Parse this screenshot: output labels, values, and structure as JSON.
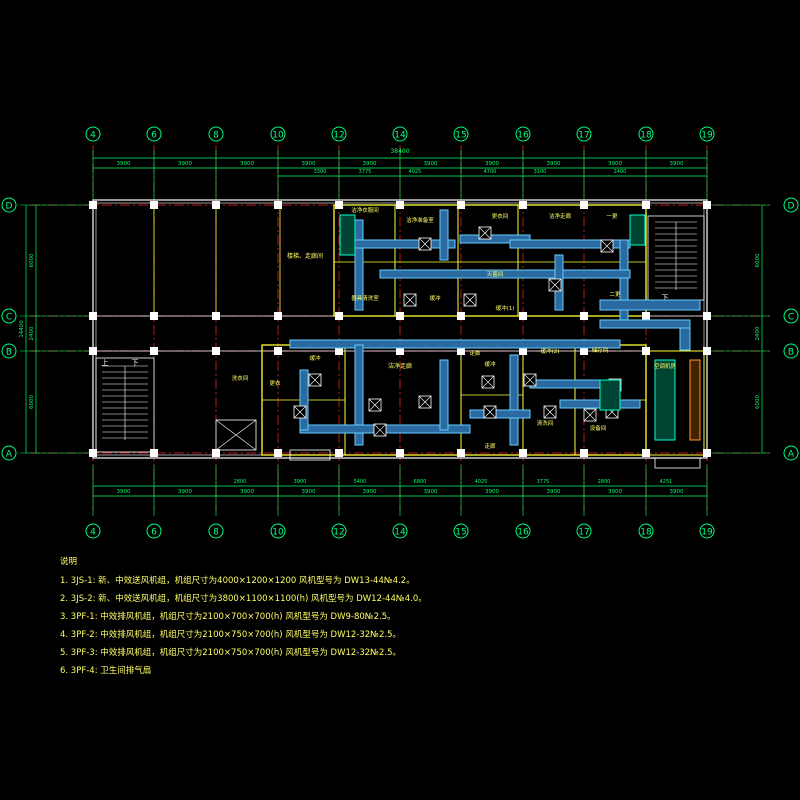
{
  "colors": {
    "background": "#000000",
    "axis": "#00ff7f",
    "axis_bubble": "#00ff7f",
    "dimension": "#00ff66",
    "grid_line": "#ff2020",
    "wall": "#ffff33",
    "duct": "#66ccff",
    "duct_fill": "#2a6aa0",
    "column": "#ffffff",
    "equipment": "#00ffcc",
    "text": "#ffff66",
    "stair": "#ffffff"
  },
  "axes": {
    "columns": [
      "4",
      "6",
      "8",
      "10",
      "12",
      "14",
      "15",
      "16",
      "17",
      "18",
      "19"
    ],
    "rows_left": [
      "D",
      "C",
      "B",
      "A"
    ],
    "rows_right": [
      "D",
      "C",
      "B",
      "A"
    ]
  },
  "dimensions": {
    "top_overall": "38400",
    "top_main": [
      "3900",
      "3900",
      "3900",
      "3900",
      "3900",
      "3900",
      "3900",
      "3900",
      "3900",
      "3900"
    ],
    "top_detail": [
      "3300",
      "3775",
      "4025",
      "4700",
      "3100",
      "2400"
    ],
    "bottom_detail": [
      "2800",
      "3900",
      "5400",
      "6800",
      "4025",
      "3775",
      "2800",
      "4251"
    ],
    "bottom_main": [
      "3900",
      "3900",
      "3900",
      "3900",
      "3900",
      "3900",
      "3900",
      "3900",
      "3900",
      "3900"
    ],
    "left_vertical": [
      "6000",
      "2400",
      "6000"
    ],
    "left_overall": "14400",
    "right_vertical": [
      "6000",
      "2400",
      "6000"
    ]
  },
  "rooms": {
    "misc_room": "楼梯、走廊间",
    "room_top_1": "洁净衣服间",
    "room_top_2": "洁净准备室",
    "room_top_3": "缓冲",
    "room_top_4": "更衣间",
    "room_top_5": "洁净走廊",
    "room_top_6": "一更",
    "room_top_7": "二更",
    "room_top_8": "器具清洗室",
    "room_top_9": "灭菌间",
    "room_top_10": "缓冲(1)",
    "room_top_11": "走廊",
    "room_mid_1": "洁净走廊",
    "room_mid_2": "缓冲",
    "room_mid_3": "更衣",
    "room_mid_4": "缓冲",
    "room_bot_1": "空调机房",
    "room_bot_2": "洗衣间",
    "room_bot_3": "缓冲(2)",
    "room_bot_4": "清洗间",
    "room_bot_5": "走廊",
    "room_bot_6": "储存间",
    "room_bot_7": "设备间",
    "stair_up": "上",
    "stair_down": "下"
  },
  "notes": {
    "title": "说明",
    "lines": [
      "1. 3JS-1: 新、中效送风机组，机组尺寸为4000×1200×1200 风机型号为 DW13-44№4.2。",
      "2. 3JS-2: 新、中效送风机组，机组尺寸为3800×1100×1100(h) 风机型号为 DW12-44№4.0。",
      "3. 3PF-1: 中效排风机组，机组尺寸为2100×700×700(h) 风机型号为 DW9-80№2.5。",
      "4. 3PF-2: 中效排风机组，机组尺寸为2100×750×700(h) 风机型号为 DW12-32№2.5。",
      "5. 3PF-3: 中效排风机组，机组尺寸为2100×750×700(h) 风机型号为 DW12-32№2.5。",
      "6. 3PF-4: 卫生间排气扇"
    ]
  }
}
